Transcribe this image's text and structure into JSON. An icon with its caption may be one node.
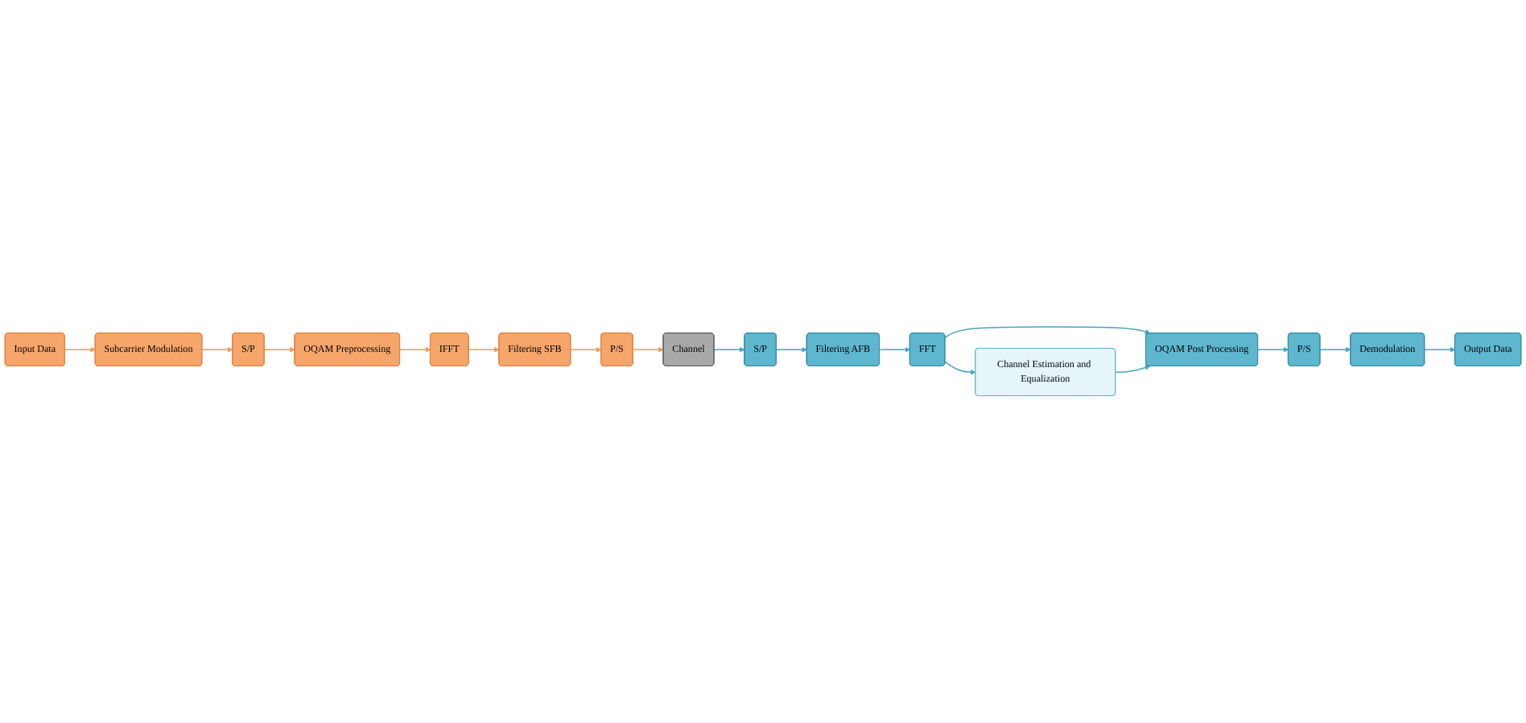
{
  "diagram": {
    "nodes": [
      {
        "text": [
          "Input Data"
        ]
      },
      {
        "text": [
          "Subcarrier Modulation"
        ]
      },
      {
        "text": [
          "S/P"
        ]
      },
      {
        "text": [
          "OQAM Preprocessing"
        ]
      },
      {
        "text": [
          "IFFT"
        ]
      },
      {
        "text": [
          "Filtering SFB"
        ]
      },
      {
        "text": [
          "P/S"
        ]
      },
      {
        "text": [
          "Channel"
        ]
      },
      {
        "text": [
          "S/P"
        ]
      },
      {
        "text": [
          "Filtering AFB"
        ]
      },
      {
        "text": [
          "FFT"
        ]
      },
      {
        "text": [
          "Channel Estimation and Equalization"
        ]
      },
      {
        "text": [
          "OQAM Post Processing"
        ]
      },
      {
        "text": [
          "P/S"
        ]
      },
      {
        "text": [
          "Demodulation"
        ]
      },
      {
        "text": [
          "Output Data"
        ]
      }
    ],
    "edges": [
      {
        "from": 0,
        "to": 1,
        "arrow": "to",
        "color": "#f09a5a"
      },
      {
        "from": 1,
        "to": 2,
        "arrow": "to",
        "color": "#f09a5a"
      },
      {
        "from": 2,
        "to": 3,
        "arrow": "to",
        "color": "#f09a5a"
      },
      {
        "from": 3,
        "to": 4,
        "arrow": "to",
        "color": "#f09a5a"
      },
      {
        "from": 4,
        "to": 5,
        "arrow": "to",
        "color": "#f09a5a"
      },
      {
        "from": 5,
        "to": 6,
        "arrow": "to",
        "color": "#f09a5a"
      },
      {
        "from": 6,
        "to": 7,
        "arrow": "to",
        "color": "#f09a5a"
      },
      {
        "from": 7,
        "to": 8,
        "arrow": "to"
      },
      {
        "from": 8,
        "to": 9,
        "arrow": "to"
      },
      {
        "from": 9,
        "to": 10,
        "arrow": "to"
      },
      {
        "from": 10,
        "to": 11,
        "arrow": "to"
      },
      {
        "from": 10,
        "to": 12,
        "arrow": "to"
      },
      {
        "from": 11,
        "to": 12,
        "arrow": "to"
      },
      {
        "from": 12,
        "to": 13,
        "arrow": "to"
      },
      {
        "from": 13,
        "to": 14,
        "arrow": "to"
      },
      {
        "from": 14,
        "to": 15,
        "arrow": "to"
      }
    ]
  }
}
